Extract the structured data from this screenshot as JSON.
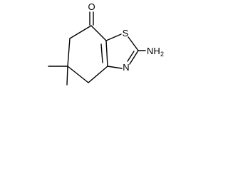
{
  "molecule": {
    "atoms": {
      "oxygen": "O",
      "sulfur": "S",
      "nitrogen": "N",
      "amine_main": "NH",
      "amine_subscript": "2"
    }
  }
}
